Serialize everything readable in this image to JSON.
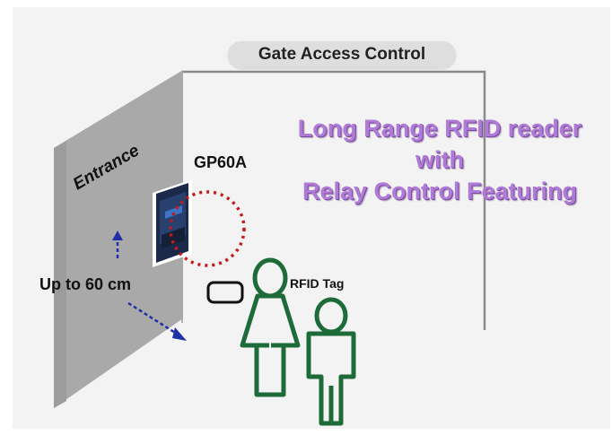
{
  "gate_label": "Gate Access Control",
  "headline": {
    "line1": "Long Range RFID reader",
    "line2": "with",
    "line3": "Relay Control Featuring"
  },
  "entrance_label": "Entrance",
  "reader_model": "GP60A",
  "range_label": "Up to 60 cm",
  "tag_label": "RFID Tag",
  "colors": {
    "headline": "#b07bd6",
    "person_outline": "#1e6b3a",
    "range_circle": "#c41a1a",
    "arrow": "#1f2fa8"
  }
}
